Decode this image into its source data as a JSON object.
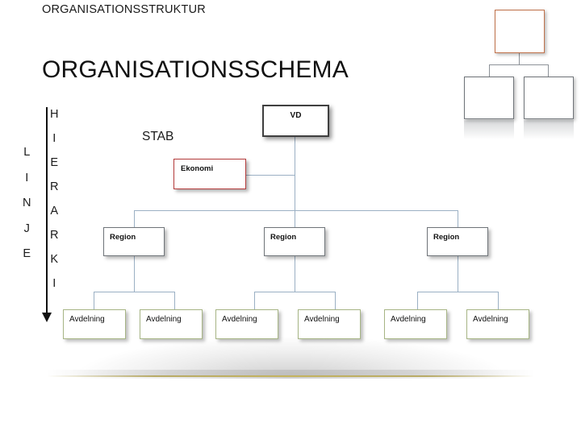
{
  "slide": {
    "kicker": "ORGANISATIONSSTRUKTUR",
    "title": "ORGANISATIONSSCHEMA"
  },
  "axis": {
    "linje_letters": [
      "L",
      "I",
      "N",
      "J",
      "E"
    ],
    "hierarki_letters": [
      "H",
      "I",
      "E",
      "R",
      "A",
      "R",
      "K",
      "I"
    ]
  },
  "labels": {
    "stab": "STAB"
  },
  "chart": {
    "top": {
      "label": "VD",
      "border_color": "#3f3f3f"
    },
    "staff": {
      "label": "Ekonomi",
      "border_color": "#b33a3a"
    },
    "regions": [
      {
        "label": "Region"
      },
      {
        "label": "Region"
      },
      {
        "label": "Region"
      }
    ],
    "departments": [
      {
        "label": "Avdelning"
      },
      {
        "label": "Avdelning"
      },
      {
        "label": "Avdelning"
      },
      {
        "label": "Avdelning"
      },
      {
        "label": "Avdelning"
      },
      {
        "label": "Avdelning"
      }
    ],
    "region_border_color": "#6f7479",
    "department_border_color": "#a7b585",
    "connector_color": "#9bb0c4",
    "accent_rule_color": "#c4b258"
  }
}
